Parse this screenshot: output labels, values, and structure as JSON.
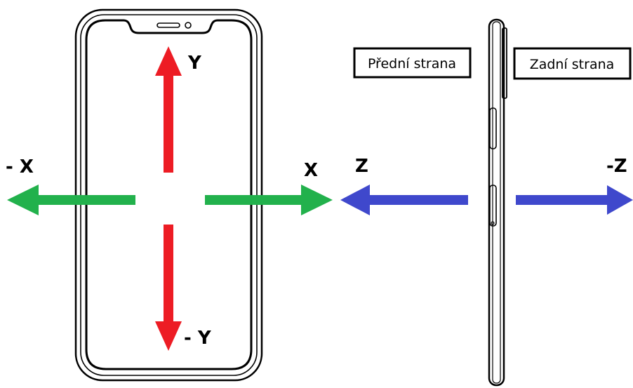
{
  "colors": {
    "y_axis": "#ed1c24",
    "x_axis": "#22b14c",
    "z_axis": "#3f48cc",
    "outline": "#000000"
  },
  "labels": {
    "y_pos": "Y",
    "y_neg": "- Y",
    "x_pos": "X",
    "x_neg": "- X",
    "z_pos": "Z",
    "z_neg": "-Z"
  },
  "side_labels": {
    "front": "Přední strana",
    "back": "Zadní strana"
  }
}
